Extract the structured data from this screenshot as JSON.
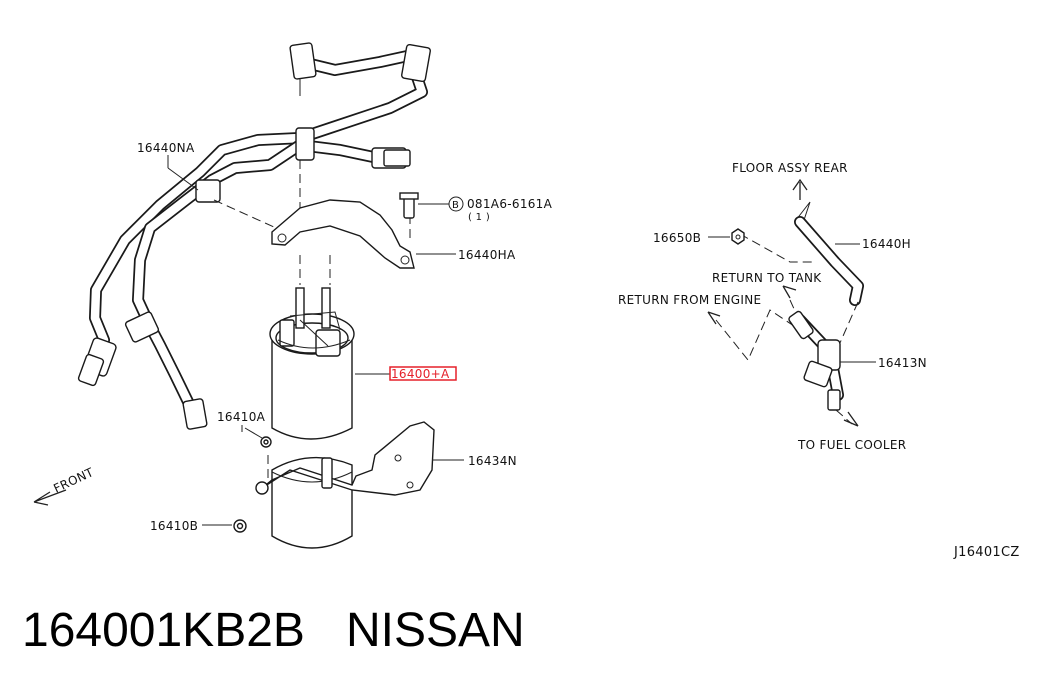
{
  "diagram_code": "J16401CZ",
  "highlighted_part": "16400+A",
  "caption": {
    "part_number": "164001KB2B",
    "brand": "NISSAN"
  },
  "callouts": {
    "hose_front": "16440NA",
    "bolt_ref": "081A6-6161A",
    "bolt_qty": "( 1 )",
    "bolt_symbol": "B",
    "bracket_upper": "16440HA",
    "clip_upper": "16410A",
    "bracket_lower": "16434N",
    "clip_lower": "16410B",
    "nut_rear": "16650B",
    "hose_rear": "16440H",
    "connector_rear": "16413N"
  },
  "flow_labels": {
    "floor_assy_rear": "FLOOR ASSY REAR",
    "return_to_tank": "RETURN TO TANK",
    "return_from_engine": "RETURN FROM ENGINE",
    "to_fuel_cooler": "TO FUEL COOLER",
    "front": "FRONT"
  },
  "colors": {
    "highlight": "#e5202a",
    "line": "#222222"
  }
}
